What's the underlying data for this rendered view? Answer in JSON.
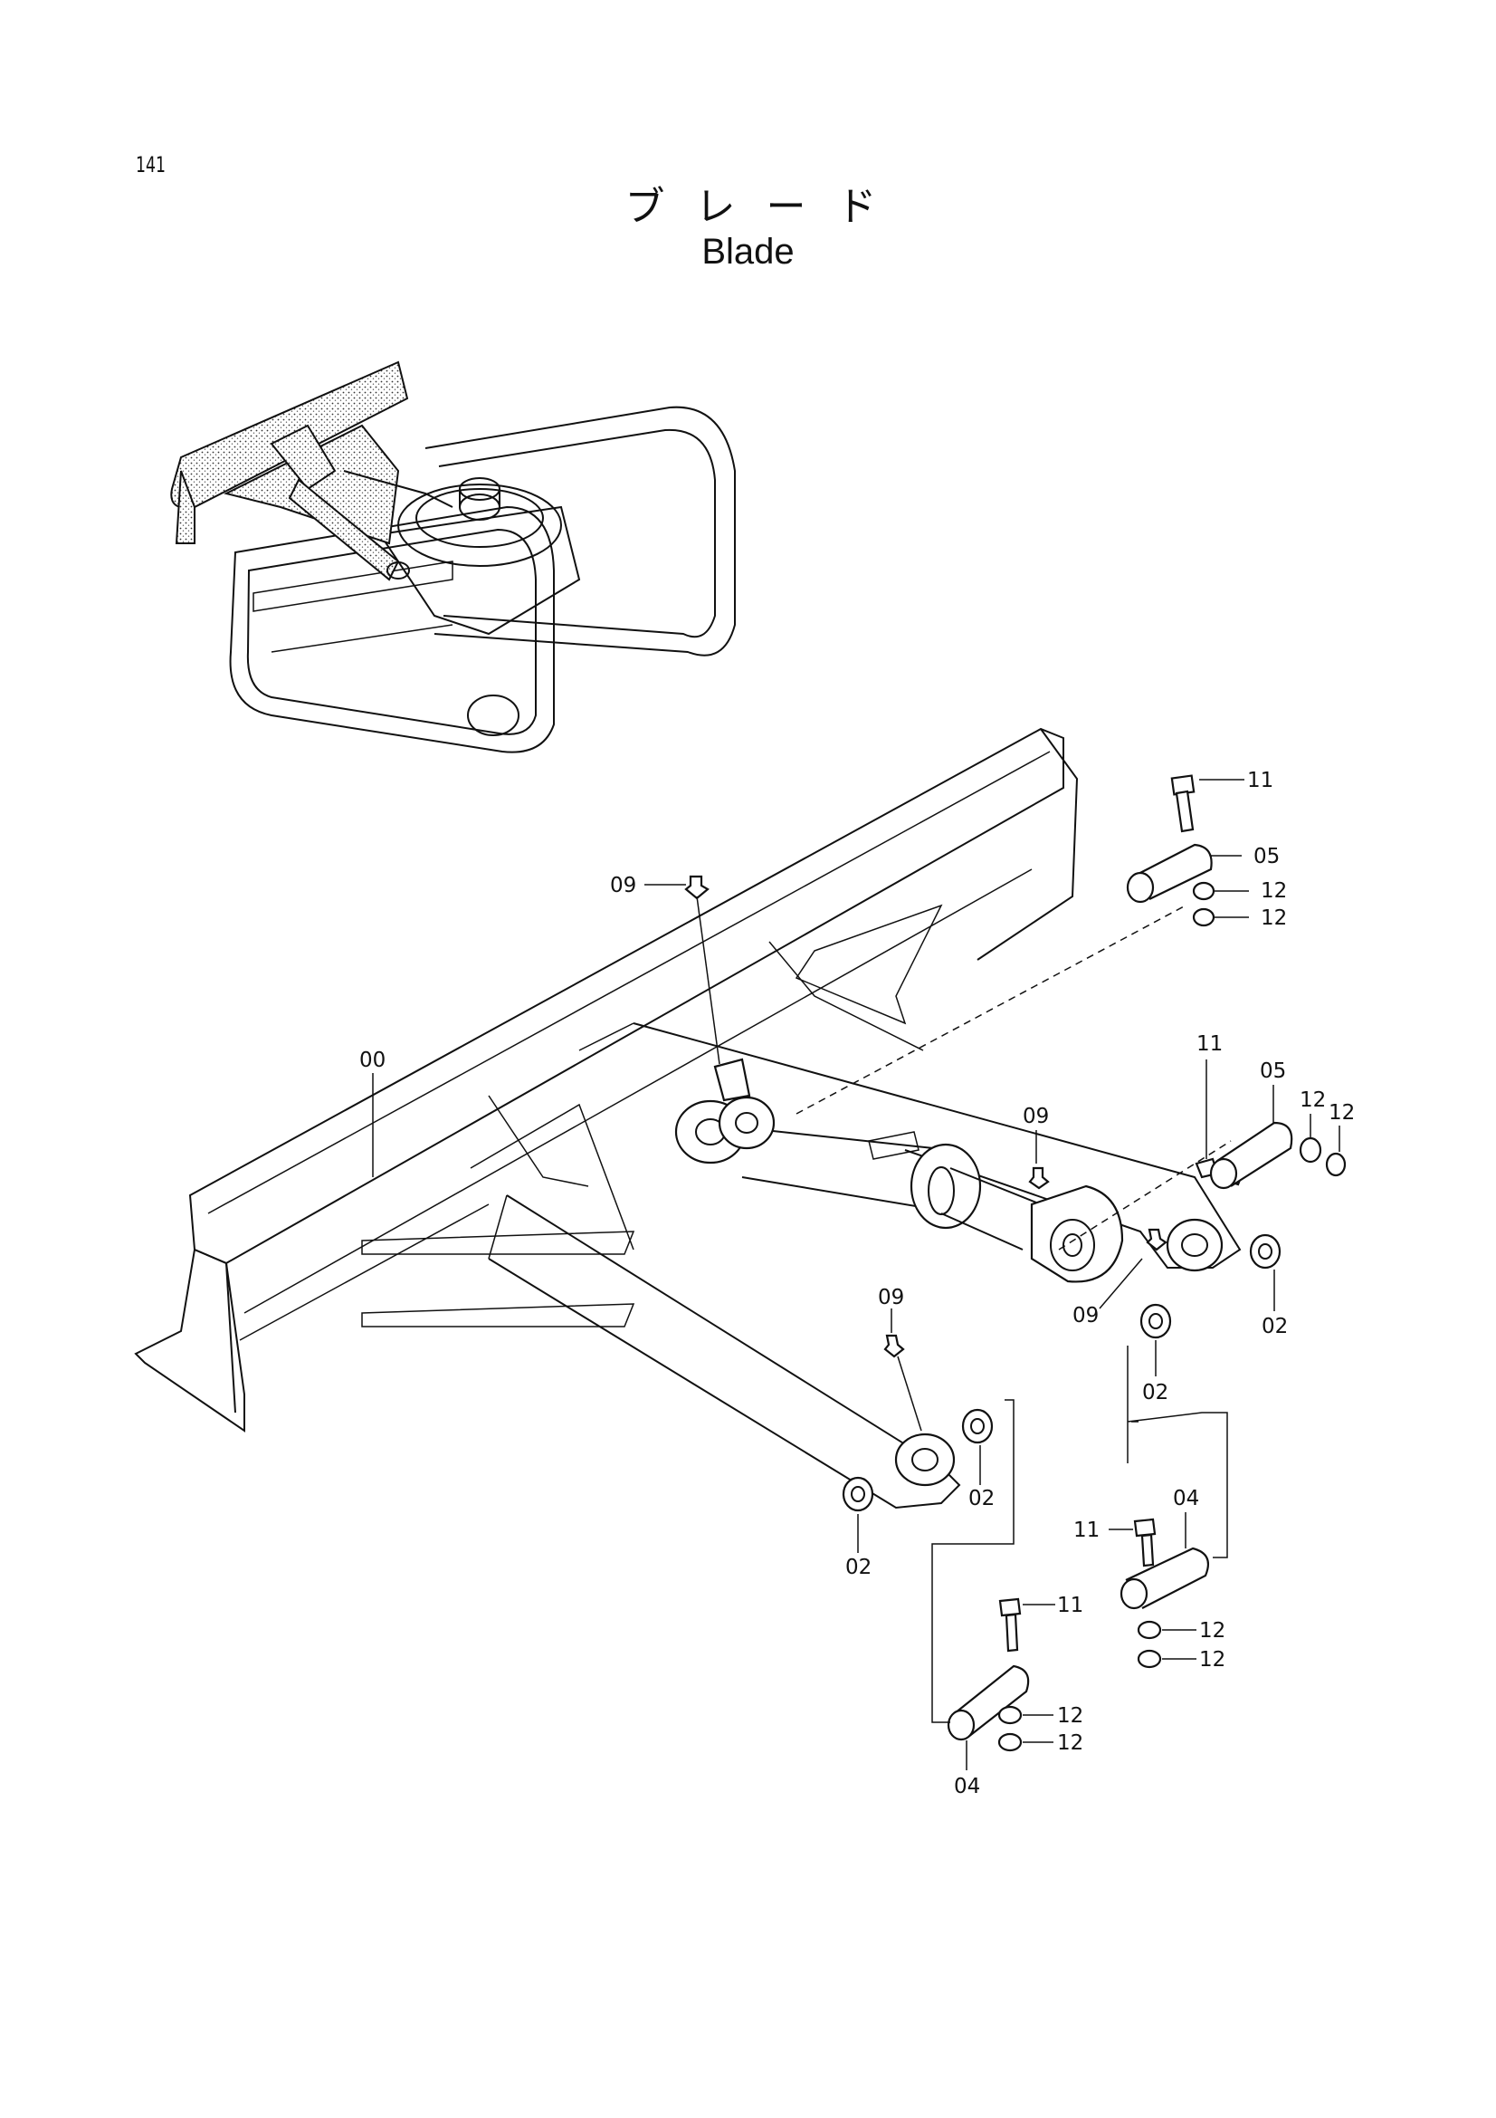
{
  "page_number": "141",
  "title_ja": "ブレード",
  "title_en": "Blade",
  "callouts": {
    "c00": "00",
    "c09_top": "09",
    "c11_top": "11",
    "c05_top": "05",
    "c12_a": "12",
    "c12_b": "12",
    "c09_mid": "09",
    "c11_mid": "11",
    "c05_mid": "05",
    "c12_c": "12",
    "c12_d": "12",
    "c09_right": "09",
    "c02_right": "02",
    "c02_center": "02",
    "c09_left": "09",
    "c02_mid": "02",
    "c02_low": "02",
    "c04_right": "04",
    "c11_right": "11",
    "c12_e": "12",
    "c12_f": "12",
    "c11_low": "11",
    "c12_g": "12",
    "c12_h": "12",
    "c04_low": "04"
  }
}
